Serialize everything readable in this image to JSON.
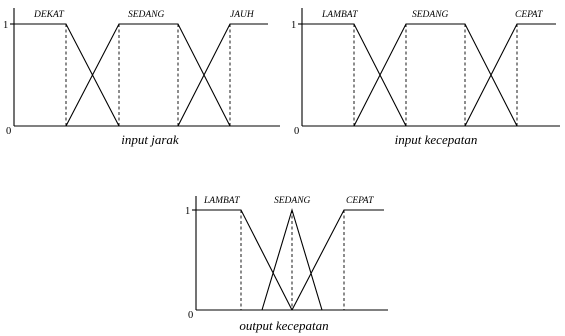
{
  "panels": [
    {
      "id": "input-jarak",
      "caption": "input jarak",
      "y_tick_top": "1",
      "y_tick_bottom": "0",
      "sets": [
        "DEKAT",
        "SEDANG",
        "JAUH"
      ]
    },
    {
      "id": "input-kecepatan",
      "caption": "input kecepatan",
      "y_tick_top": "1",
      "y_tick_bottom": "0",
      "sets": [
        "LAMBAT",
        "SEDANG",
        "CEPAT"
      ]
    },
    {
      "id": "output-kecepatan",
      "caption": "output kecepatan",
      "y_tick_top": "1",
      "y_tick_bottom": "0",
      "sets": [
        "LAMBAT",
        "SEDANG",
        "CEPAT"
      ]
    }
  ]
}
